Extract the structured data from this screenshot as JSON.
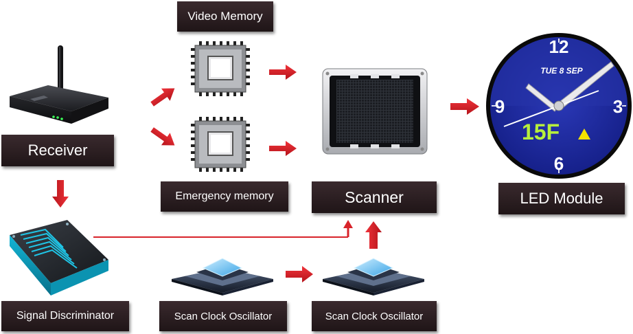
{
  "labels": {
    "video_memory": "Video Memory",
    "receiver": "Receiver",
    "emergency_memory": "Emergency memory",
    "scanner": "Scanner",
    "led_module": "LED Module",
    "signal_discriminator": "Signal Discriminator",
    "scan_clock_oscillator_1": "Scan Clock Oscillator",
    "scan_clock_oscillator_2": "Scan Clock Oscillator"
  },
  "clock": {
    "n12": "12",
    "n3": "3",
    "n6": "6",
    "n9": "9",
    "date": "TUE 8 SEP",
    "temperature": "15F"
  },
  "colors": {
    "label_bg": "#2a1d20",
    "arrow": "#d8232a",
    "clock_face": "#1d2a9c",
    "temperature_text": "#b7f03c",
    "temperature_arrow": "#f4e300"
  },
  "icons": [
    "router-icon",
    "memory-chip-icon",
    "memory-chip-icon",
    "scanner-icon",
    "clock-icon",
    "processor-chip-icon",
    "oscillator-chip-icon",
    "oscillator-chip-icon"
  ]
}
